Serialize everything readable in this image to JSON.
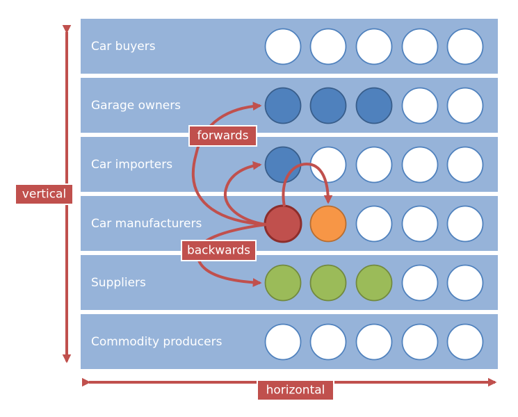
{
  "rows": [
    {
      "label": "Car buyers",
      "circles": [
        "empty",
        "empty",
        "empty",
        "empty",
        "empty"
      ]
    },
    {
      "label": "Garage owners",
      "circles": [
        "forward",
        "forward",
        "forward",
        "empty",
        "empty"
      ]
    },
    {
      "label": "Car importers",
      "circles": [
        "forward",
        "empty",
        "empty",
        "empty",
        "empty"
      ]
    },
    {
      "label": "Car manufacturers",
      "circles": [
        "origin",
        "horizontal",
        "empty",
        "empty",
        "empty"
      ]
    },
    {
      "label": "Suppliers",
      "circles": [
        "backward",
        "backward",
        "backward",
        "empty",
        "empty"
      ]
    },
    {
      "label": "Commodity producers",
      "circles": [
        "empty",
        "empty",
        "empty",
        "empty",
        "empty"
      ]
    }
  ],
  "tags": {
    "forwards": "forwards",
    "backwards": "backwards",
    "vertical": "vertical",
    "horizontal": "horizontal"
  },
  "colors": {
    "band": "#96b3d9",
    "empty_fill": "#ffffff",
    "forward_fill": "#4f81bd",
    "origin_fill": "#c0504d",
    "horizontal_fill": "#f79646",
    "backward_fill": "#9bbb59",
    "arrow": "#c0504d"
  }
}
